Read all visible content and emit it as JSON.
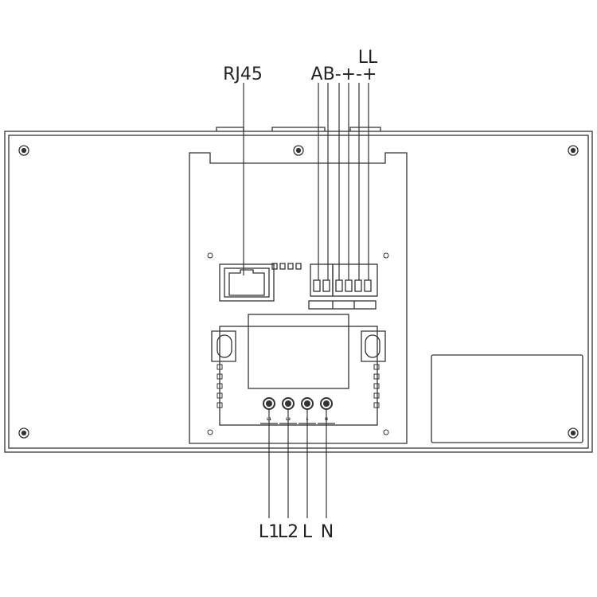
{
  "top_labels": {
    "rj45": "RJ45",
    "bus": "AB-+-+",
    "ll": "LL"
  },
  "bottom_labels": [
    "L1",
    "L2",
    "L",
    "N"
  ],
  "terminal_labels": [
    "L1",
    "L2",
    "L",
    "N"
  ],
  "colors": {
    "line": "#333333",
    "background": "#ffffff"
  }
}
